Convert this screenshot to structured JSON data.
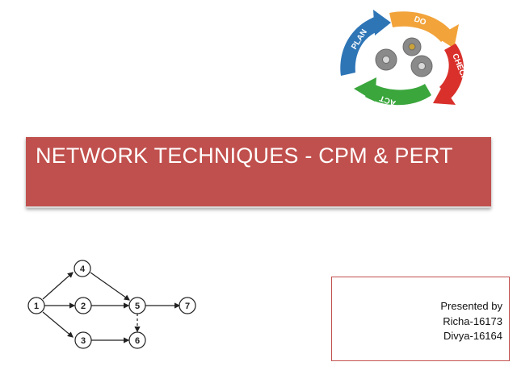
{
  "title": "NETWORK TECHNIQUES - CPM & PERT",
  "presenter": {
    "heading": "Presented by",
    "names": [
      "Richa-16173",
      "Divya-16164"
    ]
  },
  "pdca_labels": {
    "plan": "PLAN",
    "do": "DO",
    "check": "CHECK",
    "act": "ACT"
  },
  "network": {
    "nodes": [
      "1",
      "2",
      "3",
      "4",
      "5",
      "6",
      "7"
    ],
    "edges": [
      {
        "from": "1",
        "to": "4"
      },
      {
        "from": "1",
        "to": "2"
      },
      {
        "from": "1",
        "to": "3"
      },
      {
        "from": "4",
        "to": "5"
      },
      {
        "from": "2",
        "to": "5"
      },
      {
        "from": "3",
        "to": "6"
      },
      {
        "from": "5",
        "to": "7"
      },
      {
        "from": "5",
        "to": "6",
        "style": "dashed"
      }
    ]
  },
  "colors": {
    "banner": "#c0504d",
    "plan": "#2e75b6",
    "do": "#f2a33a",
    "check": "#d9302b",
    "act": "#3aa63c",
    "gear": "#8a8a8a"
  }
}
